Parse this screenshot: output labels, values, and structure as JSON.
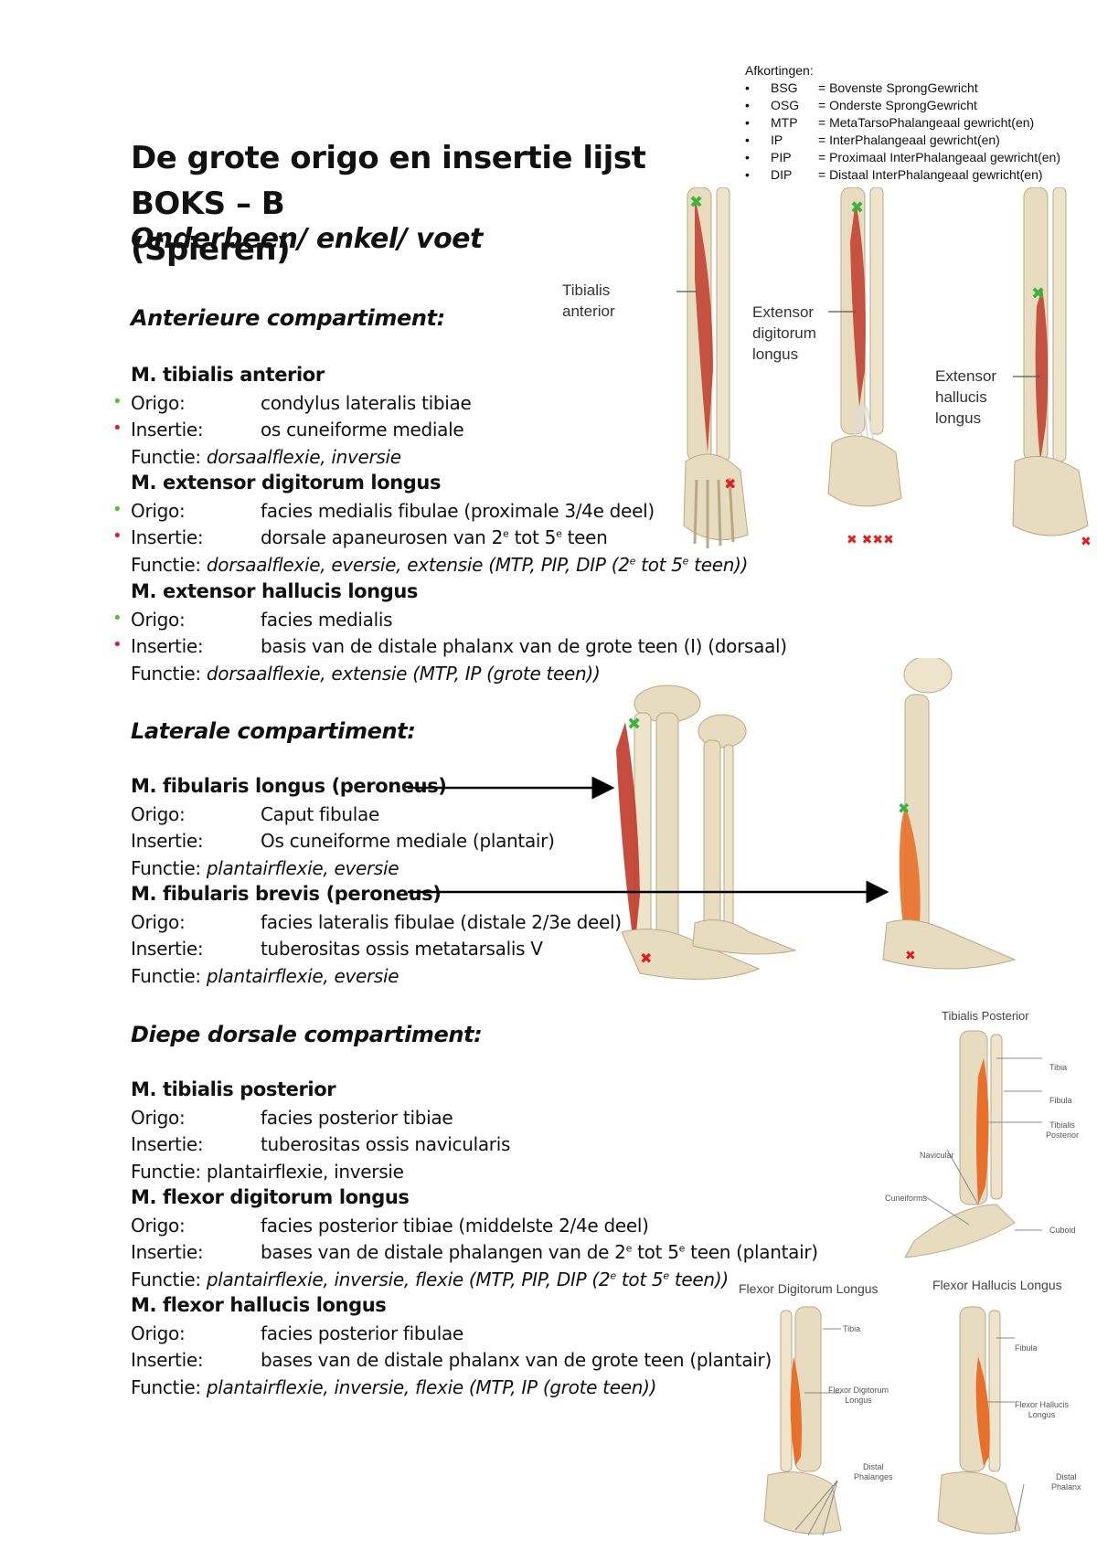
{
  "abbreviations": {
    "title": "Afkortingen:",
    "items": [
      {
        "code": "BSG",
        "text": "= Bovenste SprongGewricht"
      },
      {
        "code": "OSG",
        "text": "= Onderste SprongGewricht"
      },
      {
        "code": "MTP",
        "text": "= MetaTarsoPhalangeaal gewricht(en)"
      },
      {
        "code": "IP",
        "text": "= InterPhalangeaal gewricht(en)"
      },
      {
        "code": "PIP",
        "text": "= Proximaal InterPhalangeaal gewricht(en)"
      },
      {
        "code": "DIP",
        "text": "= Distaal InterPhalangeaal gewricht(en)"
      }
    ]
  },
  "title_line1": "De grote origo en insertie lijst BOKS – B",
  "title_line2": "(Spieren)",
  "subtitle": "Onderbeen/ enkel/ voet",
  "labels": {
    "origo": "Origo:",
    "insertie": "Insertie:",
    "functie": "Functie:"
  },
  "sections": {
    "anterior": {
      "heading": "Anterieure compartiment:",
      "m1": {
        "name": "M. tibialis anterior",
        "origo": "condylus lateralis tibiae",
        "insertie": "os cuneiforme mediale",
        "functie": "dorsaalflexie, inversie"
      },
      "m2": {
        "name": "M. extensor digitorum longus",
        "origo": "facies medialis fibulae (proximale 3/4e deel)",
        "insertie_a": "dorsale apaneurosen van 2",
        "insertie_sup1": "e",
        "insertie_b": " tot 5",
        "insertie_sup2": "e",
        "insertie_c": " teen",
        "functie_a": "dorsaalflexie, eversie, extensie (MTP, PIP, DIP (2",
        "functie_sup1": "e",
        "functie_b": " tot 5",
        "functie_sup2": "e",
        "functie_c": " teen))"
      },
      "m3": {
        "name": "M. extensor hallucis longus",
        "origo": "facies medialis",
        "insertie": "basis van de distale phalanx van de grote teen (I) (dorsaal)",
        "functie": "dorsaalflexie, extensie (MTP, IP (grote teen))"
      }
    },
    "lateral": {
      "heading": "Laterale compartiment:",
      "m1": {
        "name": "M. fibularis longus (peroneus)",
        "origo": "Caput fibulae",
        "insertie": "Os cuneiforme mediale (plantair)",
        "functie": "plantairflexie, eversie"
      },
      "m2": {
        "name": "M. fibularis brevis (peroneus)",
        "origo": "facies lateralis fibulae (distale 2/3e deel)",
        "insertie": "tuberositas ossis metatarsalis V",
        "functie": "plantairflexie, eversie"
      }
    },
    "deep": {
      "heading": "Diepe dorsale compartiment:",
      "m1": {
        "name": "M. tibialis posterior",
        "origo": "facies posterior tibiae",
        "insertie": "tuberositas ossis navicularis",
        "functie": "plantairflexie, inversie"
      },
      "m2": {
        "name": "M. flexor digitorum longus",
        "origo": "facies posterior tibiae (middelste 2/4e deel)",
        "insertie_a": "bases van de distale phalangen van de 2",
        "insertie_sup1": "e",
        "insertie_b": " tot 5",
        "insertie_sup2": "e",
        "insertie_c": " teen (plantair)",
        "functie_a": "plantairflexie, inversie, flexie (MTP, PIP, DIP (2",
        "functie_sup1": "e",
        "functie_b": " tot 5",
        "functie_sup2": "e",
        "functie_c": " teen))"
      },
      "m3": {
        "name": "M. flexor hallucis longus",
        "origo": "facies posterior fibulae",
        "insertie": "bases van de distale phalanx van de grote teen (plantair)",
        "functie": "plantairflexie, inversie, flexie (MTP, IP (grote teen))"
      }
    }
  },
  "figures": {
    "tibialis_anterior": "Tibialis\nanterior",
    "ext_dig_1": "Extensor",
    "ext_dig_2": "digitorum",
    "ext_dig_3": "longus",
    "ext_hal_1": "Extensor",
    "ext_hal_2": "hallucis",
    "ext_hal_3": "longus",
    "tibpost_title": "Tibialis Posterior",
    "tibpost_tibia": "Tibia",
    "tibpost_fibula": "Fibula",
    "tibpost_muscle": "Tibialis\nPosterior",
    "tibpost_navicular": "Navicular",
    "tibpost_cuneiforms": "Cuneiforms",
    "tibpost_cuboid": "Cuboid",
    "fdl_title": "Flexor Digitorum Longus",
    "fdl_tibia": "Tibia",
    "fdl_muscle": "Flexor Digitorum\nLongus",
    "fdl_distal": "Distal\nPhalanges",
    "fhl_title": "Flexor Hallucis Longus",
    "fhl_fibula": "Fibula",
    "fhl_muscle": "Flexor Hallucis\nLongus",
    "fhl_distal": "Distal\nPhalanx"
  },
  "colors": {
    "origin_bullet": "#5bbf2a",
    "insertion_bullet": "#d8232a",
    "muscle_red": "#c0392b",
    "muscle_orange": "#e8702a",
    "bone": "#e8dcc0"
  }
}
